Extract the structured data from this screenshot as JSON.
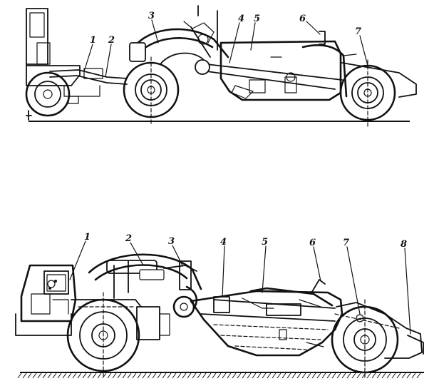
{
  "figure_top": {
    "callouts": [
      "1",
      "2",
      "3",
      "4",
      "5",
      "6",
      "7"
    ]
  },
  "figure_bottom": {
    "callouts": [
      "1",
      "2",
      "3",
      "4",
      "5",
      "6",
      "7",
      "8"
    ]
  }
}
